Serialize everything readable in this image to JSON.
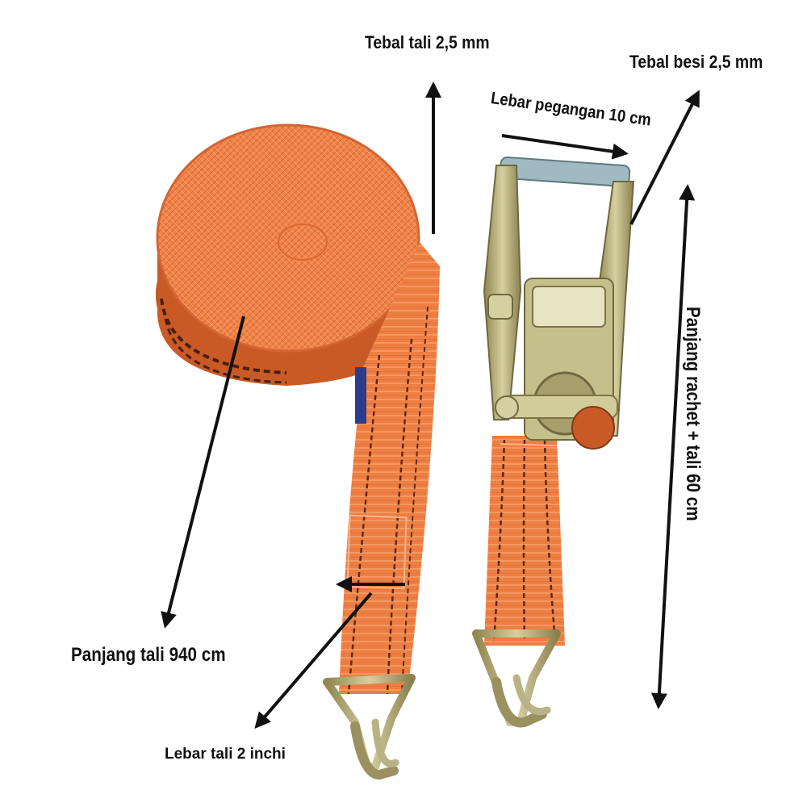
{
  "labels": {
    "tebal_tali": "Tebal tali 2,5 mm",
    "tebal_besi": "Tebal besi 2,5 mm",
    "lebar_pegangan": "Lebar pegangan 10 cm",
    "panjang_tali": "Panjang tali 940 cm",
    "lebar_tali": "Lebar tali 2 inchi",
    "panjang_rachet": "Panjang rachet + tali 60 cm"
  },
  "colors": {
    "strap": "#f0844a",
    "strap_shadow": "#c95a26",
    "strap_stripe": "#5a2a18",
    "metal": "#b7b07a",
    "metal_dark": "#7d7446",
    "arrow": "#111111",
    "background": "#ffffff"
  }
}
